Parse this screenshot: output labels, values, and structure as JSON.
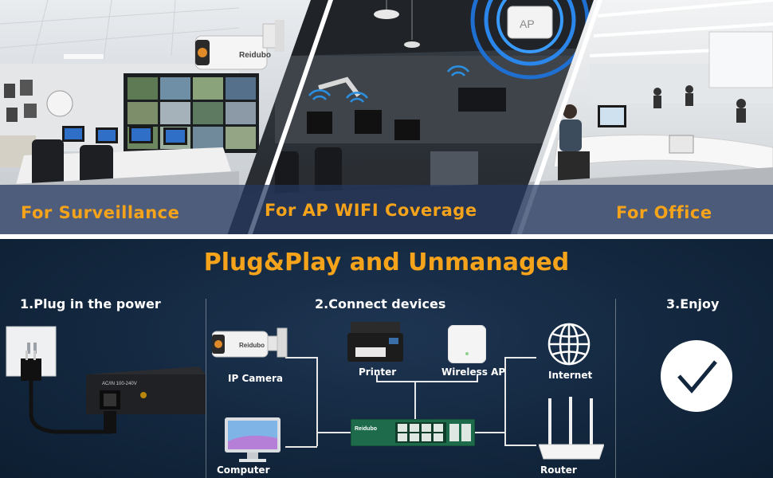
{
  "top": {
    "captions": {
      "surveillance": "For Surveillance",
      "ap_wifi": "For AP WIFI Coverage",
      "office": "For Office"
    },
    "camera_brand": "Reidubo",
    "ap_badge": "AP"
  },
  "bottom": {
    "headline": "Plug&Play and Unmanaged",
    "steps": {
      "power": "1.Plug in the power",
      "connect": "2.Connect devices",
      "enjoy": "3.Enjoy"
    },
    "devices": {
      "ip_camera": "IP Camera",
      "computer": "Computer",
      "printer": "Printer",
      "wireless_ap": "Wireless AP",
      "internet": "Internet",
      "router": "Router"
    },
    "switch_brand": "Reidubo",
    "power_label": "AC/IN 100-240V",
    "camera_brand": "Reidubo"
  },
  "colors": {
    "accent": "#f5a31a",
    "background": "#12263d",
    "caption_band": "#23375f"
  }
}
